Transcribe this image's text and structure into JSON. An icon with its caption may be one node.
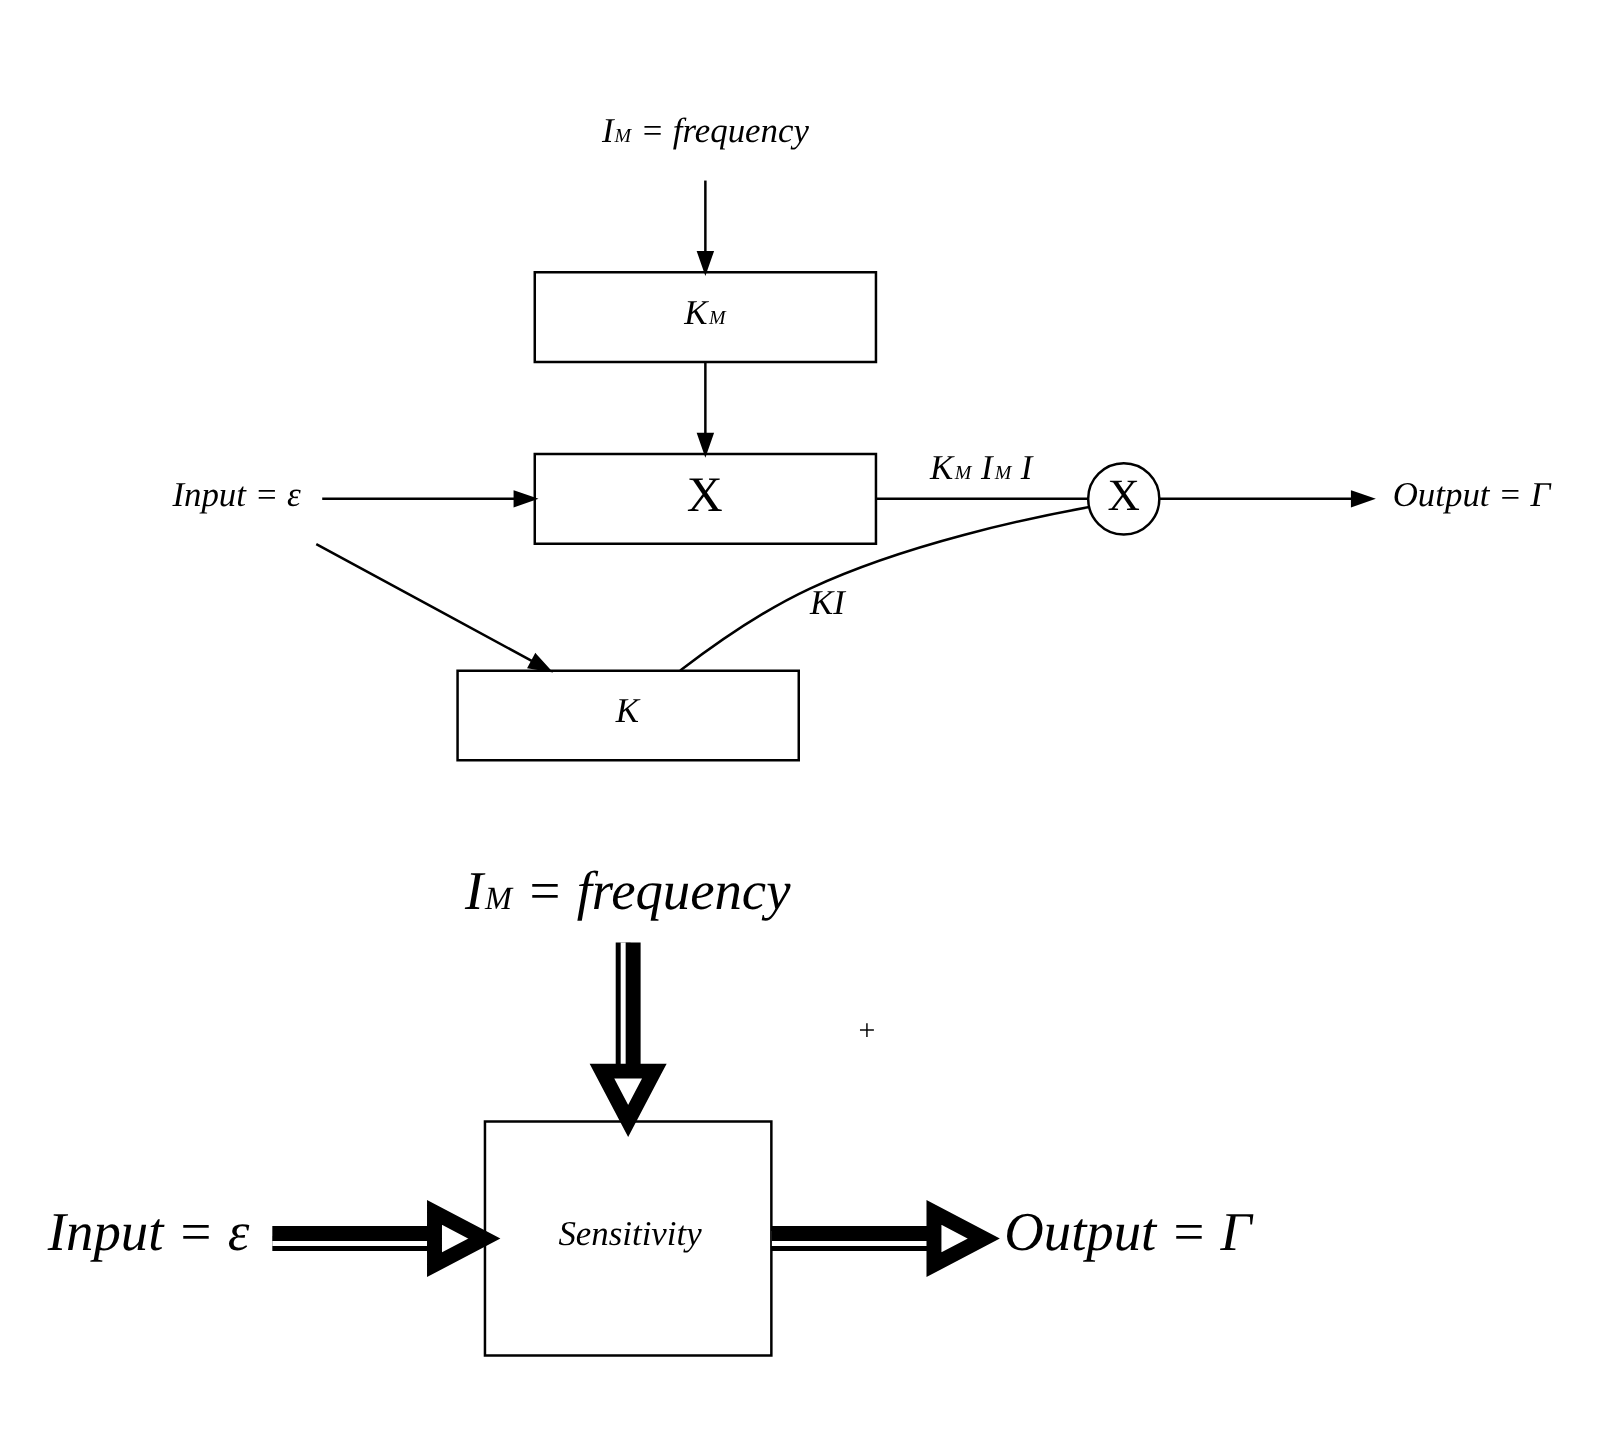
{
  "diagram": {
    "nodes": [
      {
        "text": [
          "I$_{M}$ = frequency"
        ]
      },
      {
        "text": [
          "K$_{M}$"
        ]
      },
      {
        "text": [
          "Input = ε"
        ]
      },
      {
        "text": [
          "X"
        ]
      },
      {
        "text": [
          "K"
        ]
      },
      {
        "text": [
          "X"
        ]
      },
      {
        "text": [
          "Output = Γ"
        ]
      },
      {
        "text": [
          "I$_{M}$ = frequency"
        ]
      },
      {
        "text": [
          "Input = ε"
        ]
      },
      {
        "text": [
          "Sensitivity"
        ]
      },
      {
        "text": [
          "Output = Γ"
        ]
      }
    ],
    "edges": [
      {
        "from": 0,
        "to": 1,
        "arrow": "to"
      },
      {
        "from": 1,
        "to": 3,
        "arrow": "to"
      },
      {
        "from": 2,
        "to": 3,
        "arrow": "to"
      },
      {
        "from": 2,
        "to": 4,
        "arrow": "to"
      },
      {
        "from": 3,
        "to": 5,
        "arrow": "none",
        "label": "K$_{M}$ I$_{M}$ I"
      },
      {
        "from": 4,
        "to": 5,
        "arrow": "none",
        "label": "KI"
      },
      {
        "from": 5,
        "to": 6,
        "arrow": "to"
      },
      {
        "from": 7,
        "to": 9,
        "arrow": "to",
        "style": "thick"
      },
      {
        "from": 8,
        "to": 9,
        "arrow": "to",
        "style": "thick"
      },
      {
        "from": 9,
        "to": 10,
        "arrow": "to",
        "style": "thick"
      }
    ],
    "labels": [
      "+"
    ]
  }
}
